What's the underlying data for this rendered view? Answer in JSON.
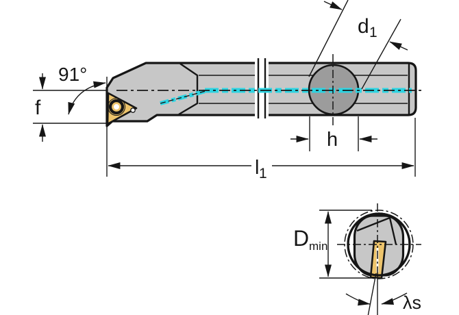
{
  "diagram": {
    "title": "boring-bar-dimension-drawing",
    "labels": {
      "approach_angle": "91°",
      "f": "f",
      "d1_base": "d",
      "d1_sub": "1",
      "h": "h",
      "l1_base": "l",
      "l1_sub": "1",
      "dmin_base": "D",
      "dmin_sub": "min",
      "lambda_s": "λs"
    }
  },
  "colors": {
    "ink": "#161616",
    "body_gray": "#c7c7c7",
    "section_gray": "#9c9c9c",
    "insert_gold": "#edc46c",
    "coolant_cyan": "#2dd4e2"
  }
}
